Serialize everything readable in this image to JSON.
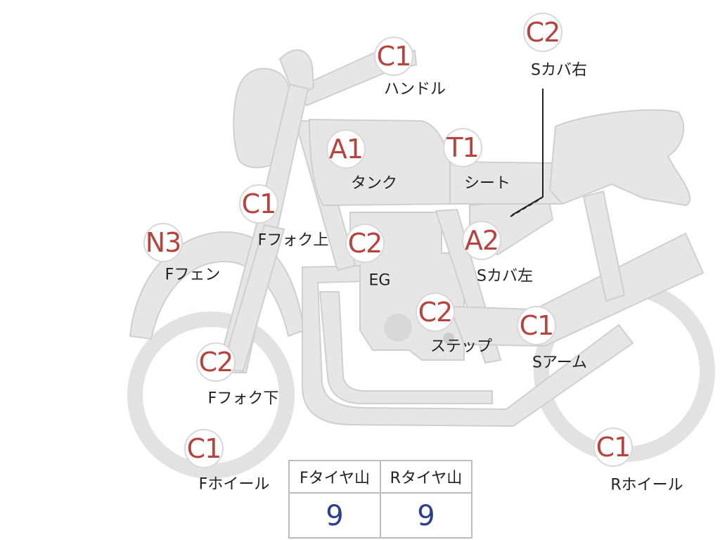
{
  "colors": {
    "bike_fill": "#e6e6e6",
    "bike_stroke": "#cfcfcf",
    "badge_text": "#b5443f",
    "label_text": "#222222",
    "value_text": "#2a3f8f"
  },
  "parts": [
    {
      "id": "handle",
      "grade": "C1",
      "label": "ハンドル"
    },
    {
      "id": "scover-right",
      "grade": "C2",
      "label": "Sカバ右"
    },
    {
      "id": "tank",
      "grade": "A1",
      "label": "タンク"
    },
    {
      "id": "seat",
      "grade": "T1",
      "label": "シート"
    },
    {
      "id": "ffork-upper",
      "grade": "C1",
      "label": "Fフォク上"
    },
    {
      "id": "engine",
      "grade": "C2",
      "label": "EG"
    },
    {
      "id": "scover-left",
      "grade": "A2",
      "label": "Sカバ左"
    },
    {
      "id": "ffender",
      "grade": "N3",
      "label": "Fフェン"
    },
    {
      "id": "step",
      "grade": "C2",
      "label": "ステップ"
    },
    {
      "id": "swingarm",
      "grade": "C1",
      "label": "Sアーム"
    },
    {
      "id": "ffork-lower",
      "grade": "C2",
      "label": "Fフォク下"
    },
    {
      "id": "fwheel",
      "grade": "C1",
      "label": "Fホイール"
    },
    {
      "id": "rwheel",
      "grade": "C1",
      "label": "Rホイール"
    }
  ],
  "tire_table": {
    "front_header": "Fタイヤ山",
    "rear_header": "Rタイヤ山",
    "front_value": "9",
    "rear_value": "9"
  }
}
